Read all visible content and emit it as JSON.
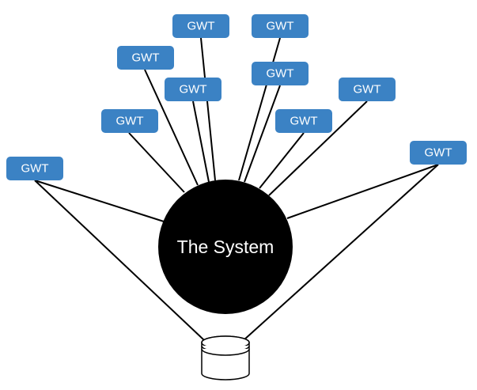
{
  "colors": {
    "gwt_node": "#3b82c4",
    "system_node": "#000000",
    "text_light": "#ffffff"
  },
  "central_node": {
    "label": "The System"
  },
  "database": {
    "icon": "database-icon"
  },
  "gwt_nodes": [
    {
      "label": "GWT"
    },
    {
      "label": "GWT"
    },
    {
      "label": "GWT"
    },
    {
      "label": "GWT"
    },
    {
      "label": "GWT"
    },
    {
      "label": "GWT"
    },
    {
      "label": "GWT"
    },
    {
      "label": "GWT"
    },
    {
      "label": "GWT"
    },
    {
      "label": "GWT"
    }
  ]
}
